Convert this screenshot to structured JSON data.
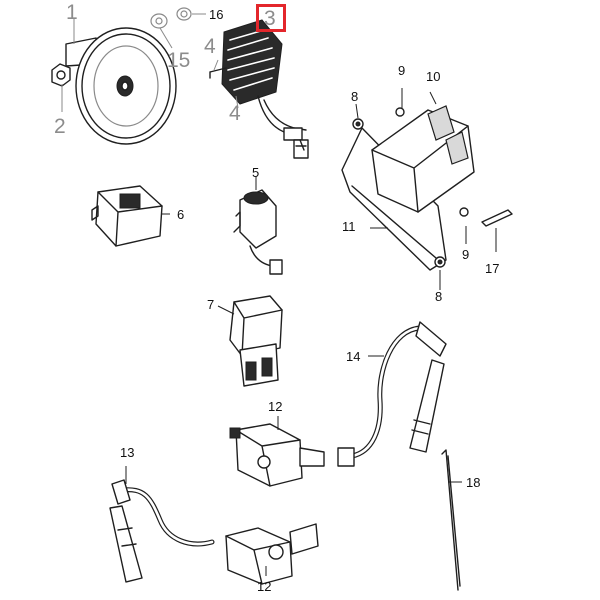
{
  "diagram": {
    "highlight_color": "#e3262b",
    "highlighted_callout": "3",
    "callouts": [
      {
        "id": "c1",
        "text": "1"
      },
      {
        "id": "c2",
        "text": "2"
      },
      {
        "id": "c3",
        "text": "3"
      },
      {
        "id": "c4a",
        "text": "4"
      },
      {
        "id": "c4b",
        "text": "4"
      },
      {
        "id": "c15",
        "text": "15"
      },
      {
        "id": "c16",
        "text": "16"
      },
      {
        "id": "c5",
        "text": "5"
      },
      {
        "id": "c6",
        "text": "6"
      },
      {
        "id": "c7",
        "text": "7"
      },
      {
        "id": "c8a",
        "text": "8"
      },
      {
        "id": "c8b",
        "text": "8"
      },
      {
        "id": "c9a",
        "text": "9"
      },
      {
        "id": "c9b",
        "text": "9"
      },
      {
        "id": "c10",
        "text": "10"
      },
      {
        "id": "c11",
        "text": "11"
      },
      {
        "id": "c17",
        "text": "17"
      },
      {
        "id": "c14",
        "text": "14"
      },
      {
        "id": "c12a",
        "text": "12"
      },
      {
        "id": "c12b",
        "text": "12"
      },
      {
        "id": "c13",
        "text": "13"
      },
      {
        "id": "c18",
        "text": "18"
      }
    ]
  }
}
